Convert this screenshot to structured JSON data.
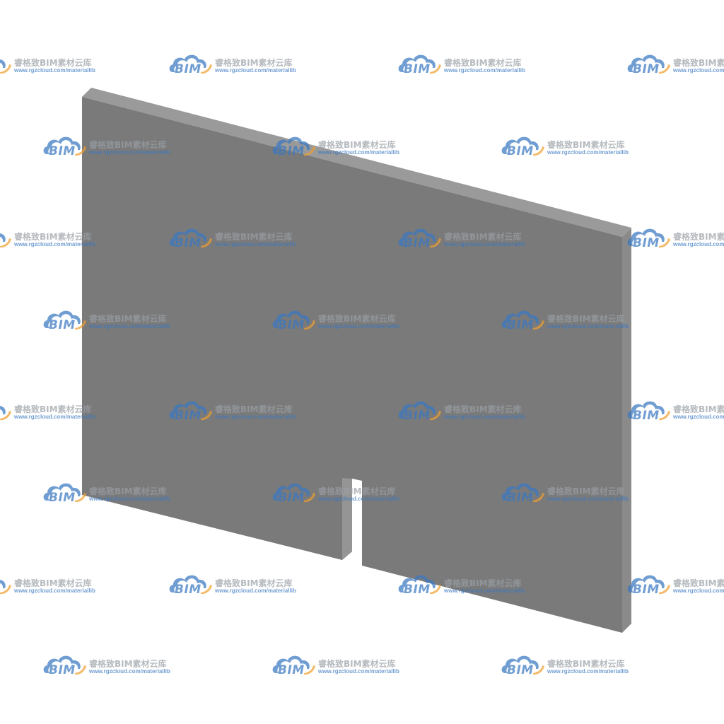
{
  "canvas": {
    "background": "#ffffff"
  },
  "model": {
    "description": "isometric gray slab with a narrow slot notch at bottom",
    "colors": {
      "front_face": "#7a7a7a",
      "top_face": "#9a9a9a",
      "side_face": "#8a8a8a",
      "slot_inner": "#959595"
    }
  },
  "watermark": {
    "logo_text": "BIM",
    "name": "睿格致BIM素材云库",
    "url": "www.rgzcloud.com/materiallib",
    "logo_colors": {
      "cloud": "#3a78c2",
      "swoosh": "#f0a030"
    },
    "icon": "cloud-logo-icon"
  }
}
